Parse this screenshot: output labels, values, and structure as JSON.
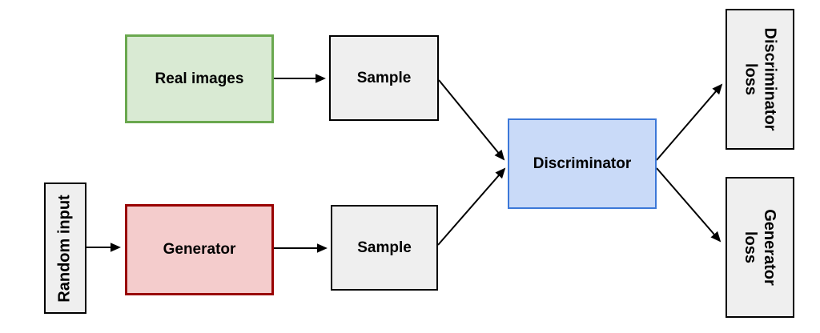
{
  "diagram": {
    "kind": "flowchart",
    "background": "#ffffff",
    "arrow_color": "#000000",
    "nodes": {
      "real_images": {
        "label": "Real images",
        "fill": "#d9ead3",
        "border": "#6aa84f"
      },
      "sample_top": {
        "label": "Sample",
        "fill": "#efefef",
        "border": "#000000"
      },
      "random_input": {
        "label": "Random input",
        "fill": "#efefef",
        "border": "#000000",
        "text_rotation_deg": -90
      },
      "generator": {
        "label": "Generator",
        "fill": "#f4cccc",
        "border": "#990000"
      },
      "sample_bottom": {
        "label": "Sample",
        "fill": "#efefef",
        "border": "#000000"
      },
      "discriminator": {
        "label": "Discriminator",
        "fill": "#c9daf8",
        "border": "#3c78d8"
      },
      "discriminator_loss": {
        "line1": "Discriminator",
        "line2": "loss",
        "fill": "#efefef",
        "border": "#000000",
        "text_rotation_deg": 90
      },
      "generator_loss": {
        "line1": "Generator",
        "line2": "loss",
        "fill": "#efefef",
        "border": "#000000",
        "text_rotation_deg": 90
      }
    },
    "edges": [
      {
        "from": "real_images",
        "to": "sample_top"
      },
      {
        "from": "random_input",
        "to": "generator"
      },
      {
        "from": "generator",
        "to": "sample_bottom"
      },
      {
        "from": "sample_top",
        "to": "discriminator"
      },
      {
        "from": "sample_bottom",
        "to": "discriminator"
      },
      {
        "from": "discriminator",
        "to": "discriminator_loss"
      },
      {
        "from": "discriminator",
        "to": "generator_loss"
      }
    ]
  }
}
